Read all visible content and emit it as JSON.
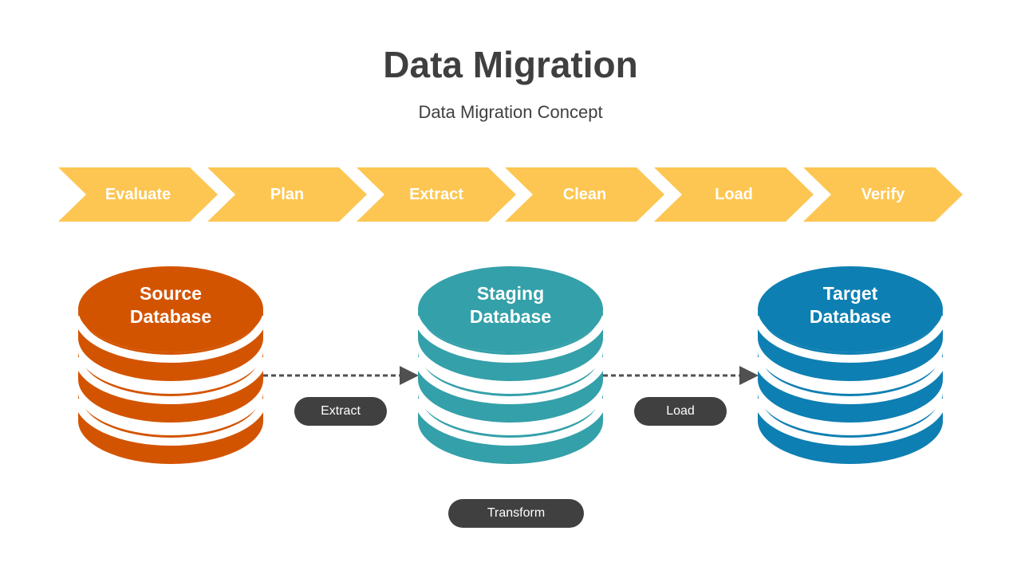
{
  "header": {
    "title": "Data Migration",
    "subtitle": "Data Migration Concept"
  },
  "process_steps": [
    "Evaluate",
    "Plan",
    "Extract",
    "Clean",
    "Load",
    "Verify"
  ],
  "databases": {
    "source": {
      "line1": "Source",
      "line2": "Database",
      "color": "#d35400"
    },
    "staging": {
      "line1": "Staging",
      "line2": "Database",
      "color": "#34a0a9"
    },
    "target": {
      "line1": "Target",
      "line2": "Database",
      "color": "#0e7fb2"
    }
  },
  "connectors": {
    "extract": "Extract",
    "load": "Load",
    "transform": "Transform"
  },
  "colors": {
    "step_fill": "#fdc652",
    "pill_fill": "#404040",
    "arrow": "#505050",
    "title_text": "#3f3f3f"
  }
}
